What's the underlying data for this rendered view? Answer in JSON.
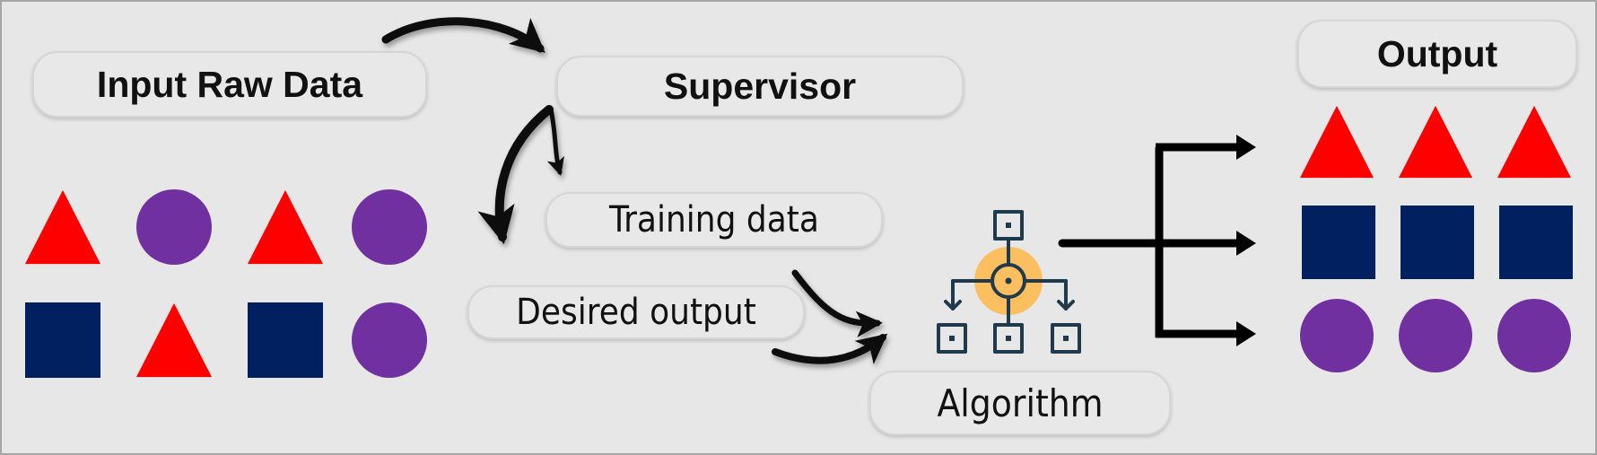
{
  "labels": {
    "input": "Input Raw Data",
    "supervisor": "Supervisor",
    "training": "Training data",
    "desired": "Desired output",
    "algorithm": "Algorithm",
    "output": "Output"
  },
  "colors": {
    "triangle": "#ff0000",
    "circle": "#7030a0",
    "square": "#002060",
    "icon_stroke": "#1f3a4d",
    "icon_highlight": "#fbbf5f",
    "arrow": "#111111",
    "background": "#e7e7e7"
  },
  "input_shapes": [
    [
      "triangle",
      "circle",
      "triangle",
      "circle"
    ],
    [
      "square",
      "triangle",
      "square",
      "circle"
    ]
  ],
  "output_shapes": [
    [
      "triangle",
      "triangle",
      "triangle"
    ],
    [
      "square",
      "square",
      "square"
    ],
    [
      "circle",
      "circle",
      "circle"
    ]
  ],
  "icons": [
    "algorithm-flowchart-icon"
  ]
}
